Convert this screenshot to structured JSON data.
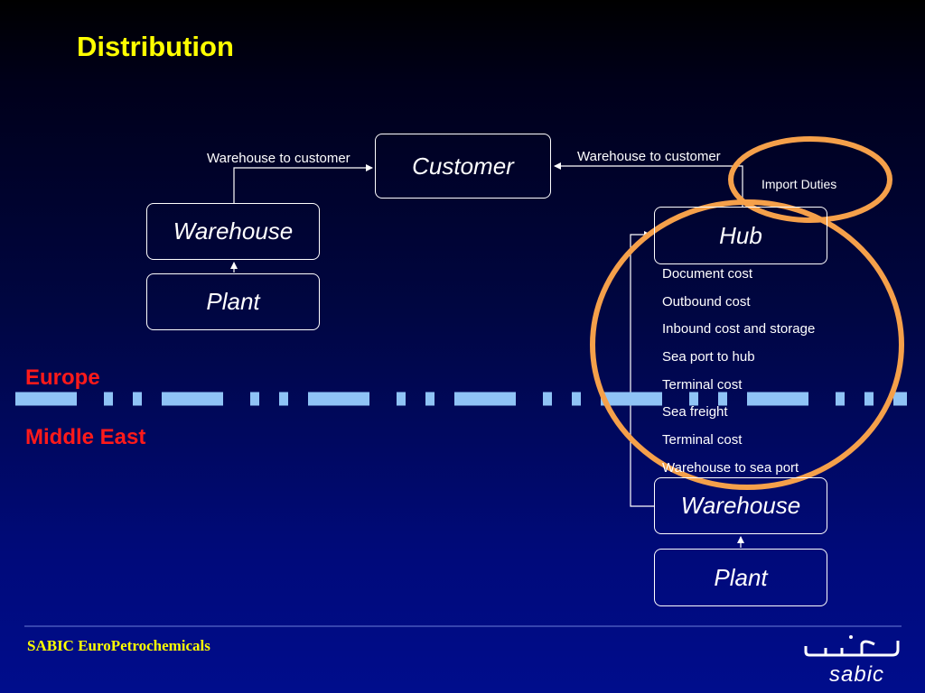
{
  "title": "Distribution",
  "europe": {
    "customer": "Customer",
    "warehouse": "Warehouse",
    "plant": "Plant",
    "warehouse_to_customer": "Warehouse to customer"
  },
  "middle_east": {
    "hub": "Hub",
    "warehouse": "Warehouse",
    "plant": "Plant",
    "warehouse_to_customer": "Warehouse to customer",
    "import_duties": "Import Duties",
    "costs": [
      "Document cost",
      "Outbound cost",
      "Inbound cost and storage",
      "Sea port to hub",
      "Terminal cost",
      "Sea freight",
      "Terminal cost",
      "Warehouse to sea port"
    ]
  },
  "regions": {
    "top": "Europe",
    "bottom": "Middle East"
  },
  "footer": {
    "company": "SABIC EuroPetrochemicals",
    "logo_arabic": "سابك",
    "logo_latin": "sabic"
  },
  "colors": {
    "title": "#ffff00",
    "region_label": "#ff1a1a",
    "highlight_circle": "#f5a04a",
    "border_line": "#8fc3f5",
    "footer_text": "#ffff00"
  }
}
